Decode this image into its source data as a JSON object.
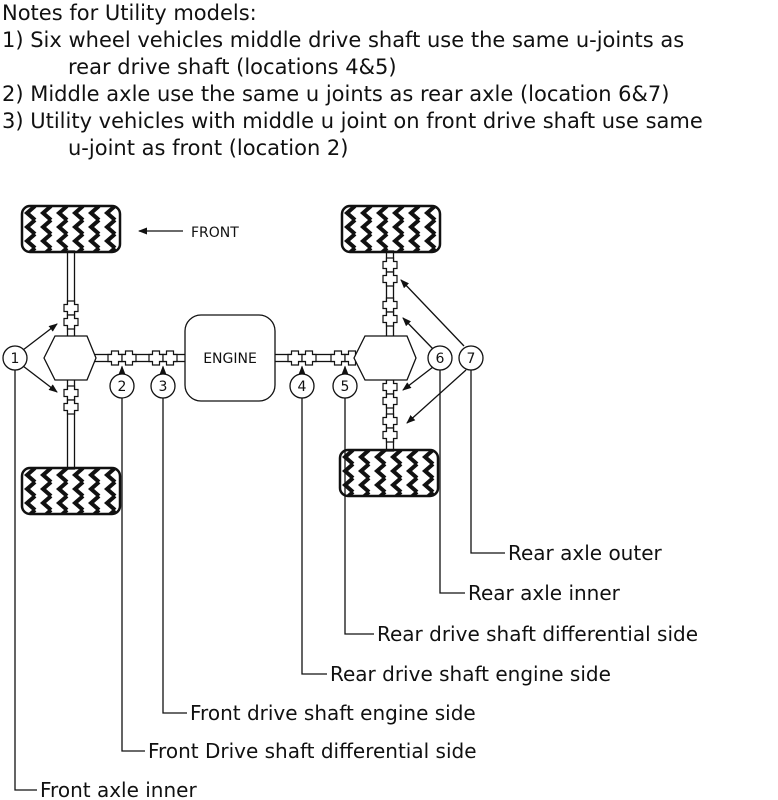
{
  "notes": {
    "title": "Notes for Utility models:",
    "n1_line1": "1) Six wheel vehicles middle drive shaft use the same u-joints as",
    "n1_line2": "rear drive shaft (locations 4&5)",
    "n2": "2) Middle axle use the same u joints as rear axle (location 6&7)",
    "n3_line1": "3) Utility vehicles with middle u joint on front drive shaft use same",
    "n3_line2": "u-joint as front (location 2)"
  },
  "diagram": {
    "front_arrow_label": "FRONT",
    "engine_label": "ENGINE",
    "callouts": [
      "1",
      "2",
      "3",
      "4",
      "5",
      "6",
      "7"
    ]
  },
  "legend": {
    "items": [
      {
        "num": "7",
        "label": "Rear axle outer"
      },
      {
        "num": "6",
        "label": "Rear axle inner"
      },
      {
        "num": "5",
        "label": "Rear drive shaft differential side"
      },
      {
        "num": "4",
        "label": "Rear drive shaft engine side"
      },
      {
        "num": "3",
        "label": "Front drive shaft engine side"
      },
      {
        "num": "2",
        "label": "Front Drive shaft differential side"
      },
      {
        "num": "1",
        "label": "Front axle inner"
      }
    ]
  },
  "colors": {
    "line": "#111111",
    "background": "#ffffff"
  }
}
